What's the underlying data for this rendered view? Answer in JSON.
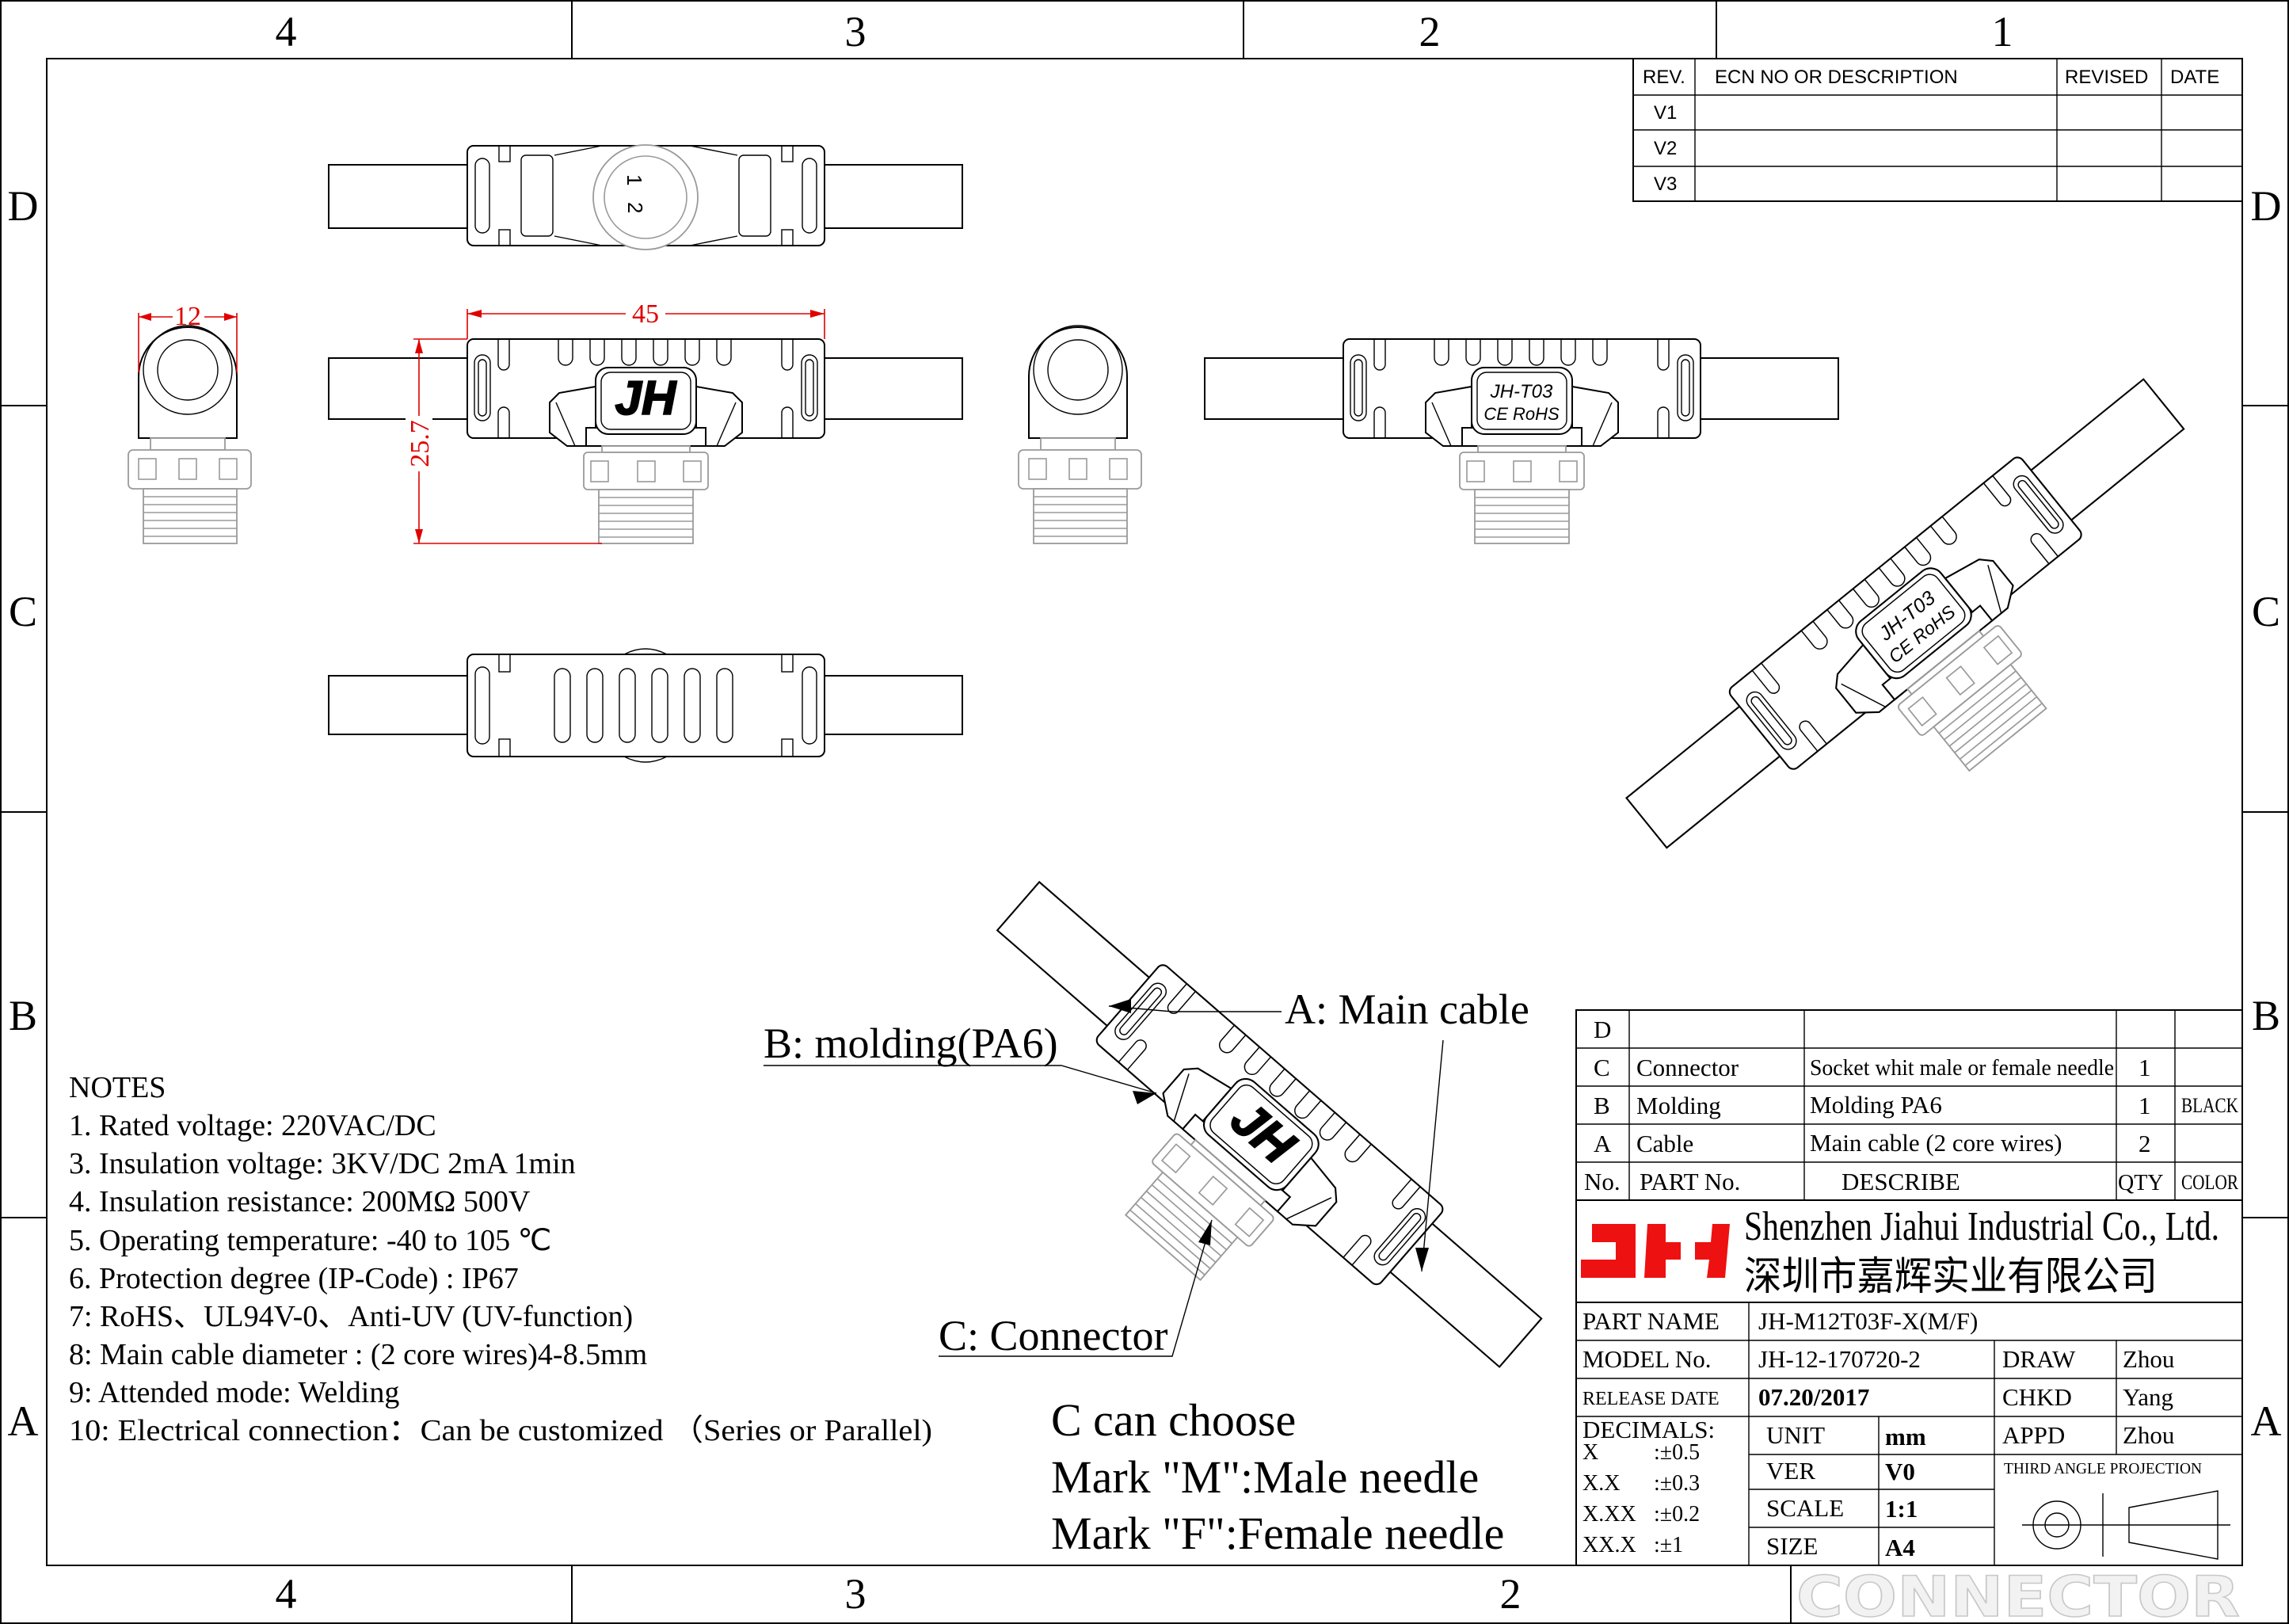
{
  "zones": {
    "top": [
      "4",
      "3",
      "2",
      "1"
    ],
    "bottom": [
      "4",
      "3",
      "2"
    ],
    "left": [
      "D",
      "C",
      "B",
      "A"
    ],
    "right": [
      "D",
      "C",
      "B",
      "A"
    ]
  },
  "revision_table": {
    "headers": [
      "REV.",
      "ECN NO OR DESCRIPTION",
      "REVISED",
      "DATE"
    ],
    "rows": [
      "V1",
      "V2",
      "V3"
    ]
  },
  "dimensions": {
    "width_side": "12",
    "length": "45",
    "height": "25.7"
  },
  "top_view": {
    "pin1": "1",
    "pin2": "2"
  },
  "logos": {
    "front_left": "JH",
    "model_mark": "JH-T03",
    "cert_mark": "CE RoHS"
  },
  "callouts": {
    "a": "A: Main cable",
    "b": "B: molding(PA6)",
    "c": "C: Connector"
  },
  "notes": {
    "title": "NOTES",
    "items": [
      "1. Rated voltage: 220VAC/DC",
      "3. Insulation voltage: 3KV/DC 2mA 1min",
      "4. Insulation resistance: 200MΩ 500V",
      "5. Operating temperature: -40 to 105 ℃",
      "6. Protection degree (IP-Code) : IP67",
      "7: RoHS、UL94V-0、Anti-UV (UV-function)",
      "8: Main cable diameter : (2 core wires)4-8.5mm",
      "9: Attended mode:  Welding",
      "10: Electrical connection：Can be customized  （Series or Parallel)"
    ]
  },
  "choose": {
    "line1": "C can choose",
    "line2": "Mark \"M\":Male needle",
    "line3": "Mark \"F\":Female needle"
  },
  "parts_table": {
    "rows": [
      {
        "no": "D",
        "part": "",
        "describe": "",
        "qty": "",
        "color": ""
      },
      {
        "no": "C",
        "part": "Connector",
        "describe": "Socket whit  male or female needle",
        "qty": "1",
        "color": ""
      },
      {
        "no": "B",
        "part": "Molding",
        "describe": "Molding PA6",
        "qty": "1",
        "color": "BLACK"
      },
      {
        "no": "A",
        "part": "Cable",
        "describe": "Main cable (2 core wires)",
        "qty": "2",
        "color": ""
      }
    ],
    "headers": {
      "no": "No.",
      "part": "PART No.",
      "describe": "DESCRIBE",
      "qty": "QTY",
      "color": "COLOR"
    }
  },
  "company": {
    "logo_text": "JH",
    "name_en": "Shenzhen Jiahui Industrial Co., Ltd.",
    "name_cn": "深圳市嘉辉实业有限公司",
    "brand_color": "#ee1111"
  },
  "title_block": {
    "part_name_label": "PART NAME",
    "part_name": "JH-M12T03F-X(M/F)",
    "model_label": "MODEL No.",
    "model": "JH-12-170720-2",
    "release_label": "RELEASE DATE",
    "release": "07.20/2017",
    "draw_label": "DRAW",
    "draw": "Zhou",
    "chkd_label": "CHKD",
    "chkd": "Yang",
    "appd_label": "APPD",
    "appd": "Zhou",
    "unit_label": "UNIT",
    "unit": "mm",
    "ver_label": "VER",
    "ver": "V0",
    "scale_label": "SCALE",
    "scale": "1:1",
    "size_label": "SIZE",
    "size": "A4",
    "decimals_label": "DECIMALS:",
    "decimals": [
      {
        "k": "X",
        "v": ":±0.5"
      },
      {
        "k": "X.X",
        "v": ":±0.3"
      },
      {
        "k": "X.XX",
        "v": ":±0.2"
      },
      {
        "k": "XX.X",
        "v": ":±1"
      }
    ],
    "projection": "THIRD ANGLE PROJECTION"
  },
  "watermark": "CONNECTOR"
}
